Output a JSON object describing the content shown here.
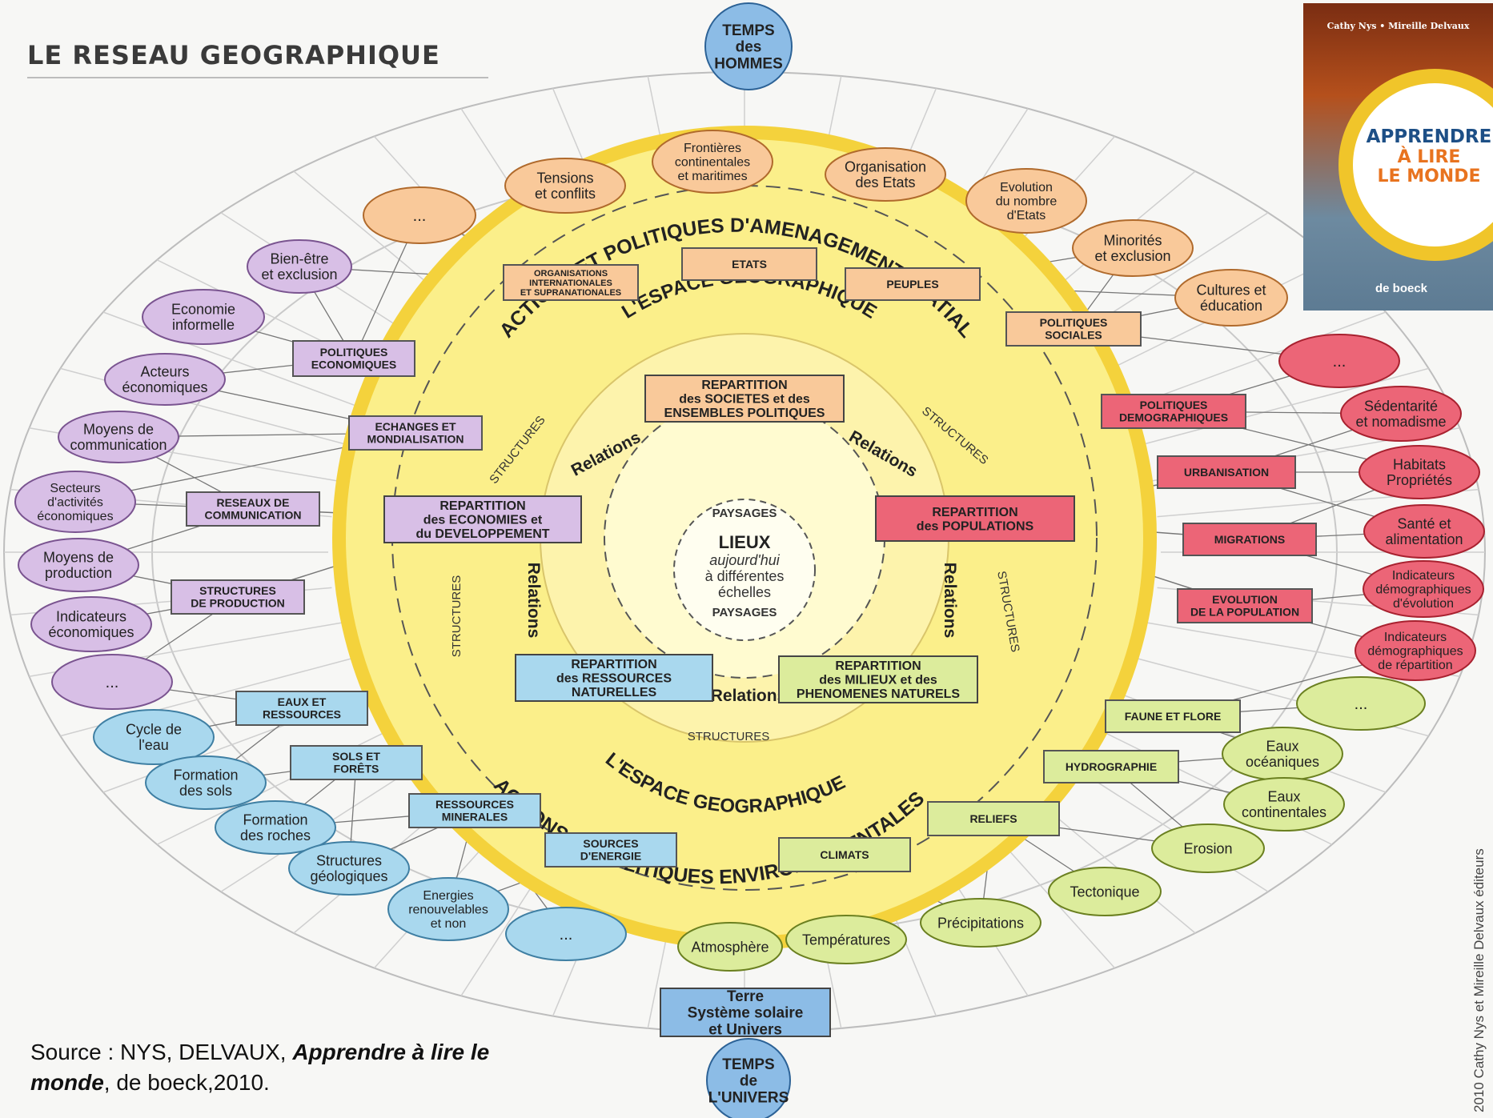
{
  "title": "LE RESEAU GEOGRAPHIQUE",
  "source": {
    "prefix": "Source : NYS, DELVAUX, ",
    "book": "Apprendre à lire le monde",
    "suffix": ", de boeck,2010."
  },
  "copyright": "2010 Cathy Nys et Mireille Delvaux éditeurs",
  "cover": {
    "authors": "Cathy Nys • Mireille Delvaux",
    "title_line1": "APPRENDRE",
    "title_line2": "À LIRE",
    "title_line3": "LE MONDE",
    "subtitle": "MANUEL DE GÉOGRAPHIE",
    "publisher": "de boeck"
  },
  "colors": {
    "orange_fill": "#f9c99a",
    "orange_stroke": "#b06a2c",
    "purple_fill": "#d8bfe6",
    "purple_stroke": "#7a5490",
    "red_fill": "#ec6577",
    "red_stroke": "#a8212f",
    "blue_fill": "#a9d8ee",
    "blue_stroke": "#3f7fa3",
    "green_fill": "#dcec9c",
    "green_stroke": "#6b8020",
    "yellow_ring": "#f4d23c",
    "yellow_fill": "#fbef8a",
    "center_fill": "#fffbd0",
    "time_fill": "#8cbce6",
    "time_stroke": "#2c6296"
  },
  "top_node": [
    "TEMPS",
    "des",
    "HOMMES"
  ],
  "bottom_node": [
    "TEMPS",
    "de",
    "L'UNIVERS"
  ],
  "earth_box": [
    "Terre",
    "Système solaire",
    "et Univers"
  ],
  "ring_labels": {
    "top_outer": "ACTIONS ET POLITIQUES D'AMENAGEMENT SPATIAL",
    "top_inner": "L'ESPACE GEOGRAPHIQUE",
    "bottom_outer": "ACTIONS ET POLITIQUES ENVIRONNEMENTALES",
    "bottom_inner": "L'ESPACE GEOGRAPHIQUE"
  },
  "center": {
    "paysages": "PAYSAGES",
    "title": "LIEUX",
    "line2": "aujourd'hui",
    "line3": "à différentes",
    "line4": "échelles"
  },
  "relations_label": "Relations",
  "structures_label": "STRUCTURES",
  "inner_boxes": [
    {
      "key": "soc",
      "lines": [
        "REPARTITION",
        "des SOCIETES et des",
        "ENSEMBLES POLITIQUES"
      ],
      "color": "orange"
    },
    {
      "key": "eco",
      "lines": [
        "REPARTITION",
        "des ECONOMIES et",
        "du DEVELOPPEMENT"
      ],
      "color": "purple"
    },
    {
      "key": "pop",
      "lines": [
        "REPARTITION",
        "des POPULATIONS"
      ],
      "color": "red"
    },
    {
      "key": "res",
      "lines": [
        "REPARTITION",
        "des RESSOURCES",
        "NATURELLES"
      ],
      "color": "blue"
    },
    {
      "key": "mil",
      "lines": [
        "REPARTITION",
        "des MILIEUX et des",
        "PHENOMENES NATURELS"
      ],
      "color": "green"
    }
  ],
  "mid_boxes": [
    {
      "key": "org",
      "lines": [
        "ORGANISATIONS",
        "INTERNATIONALES",
        "ET SUPRANATIONALES"
      ],
      "color": "orange"
    },
    {
      "key": "etats",
      "lines": [
        "ETATS"
      ],
      "color": "orange"
    },
    {
      "key": "peuples",
      "lines": [
        "PEUPLES"
      ],
      "color": "orange"
    },
    {
      "key": "polsoc",
      "lines": [
        "POLITIQUES",
        "SOCIALES"
      ],
      "color": "orange"
    },
    {
      "key": "poleco",
      "lines": [
        "POLITIQUES",
        "ECONOMIQUES"
      ],
      "color": "purple"
    },
    {
      "key": "echanges",
      "lines": [
        "ECHANGES ET",
        "MONDIALISATION"
      ],
      "color": "purple"
    },
    {
      "key": "reseaux",
      "lines": [
        "RESEAUX DE",
        "COMMUNICATION"
      ],
      "color": "purple"
    },
    {
      "key": "structprod",
      "lines": [
        "STRUCTURES",
        "DE PRODUCTION"
      ],
      "color": "purple"
    },
    {
      "key": "poldemo",
      "lines": [
        "POLITIQUES",
        "DEMOGRAPHIQUES"
      ],
      "color": "red"
    },
    {
      "key": "urban",
      "lines": [
        "URBANISATION"
      ],
      "color": "red"
    },
    {
      "key": "migr",
      "lines": [
        "MIGRATIONS"
      ],
      "color": "red"
    },
    {
      "key": "evol",
      "lines": [
        "EVOLUTION",
        "DE LA POPULATION"
      ],
      "color": "red"
    },
    {
      "key": "eaux",
      "lines": [
        "EAUX ET",
        "RESSOURCES"
      ],
      "color": "blue"
    },
    {
      "key": "sols",
      "lines": [
        "SOLS ET",
        "FORÊTS"
      ],
      "color": "blue"
    },
    {
      "key": "ressmin",
      "lines": [
        "RESSOURCES",
        "MINERALES"
      ],
      "color": "blue"
    },
    {
      "key": "sources",
      "lines": [
        "SOURCES",
        "D'ENERGIE"
      ],
      "color": "blue"
    },
    {
      "key": "climats",
      "lines": [
        "CLIMATS"
      ],
      "color": "green"
    },
    {
      "key": "reliefs",
      "lines": [
        "RELIEFS"
      ],
      "color": "green"
    },
    {
      "key": "hydro",
      "lines": [
        "HYDROGRAPHIE"
      ],
      "color": "green"
    },
    {
      "key": "faune",
      "lines": [
        "FAUNE ET FLORE"
      ],
      "color": "green"
    }
  ],
  "outer_nodes": [
    {
      "lines": [
        "..."
      ],
      "color": "orange"
    },
    {
      "lines": [
        "Tensions",
        "et conflits"
      ],
      "color": "orange"
    },
    {
      "lines": [
        "Frontières",
        "continentales",
        "et maritimes"
      ],
      "color": "orange"
    },
    {
      "lines": [
        "Organisation",
        "des Etats"
      ],
      "color": "orange"
    },
    {
      "lines": [
        "Evolution",
        "du nombre",
        "d'Etats"
      ],
      "color": "orange"
    },
    {
      "lines": [
        "Minorités",
        "et exclusion"
      ],
      "color": "orange"
    },
    {
      "lines": [
        "Cultures et",
        "éducation"
      ],
      "color": "orange"
    },
    {
      "lines": [
        "Bien-être",
        "et exclusion"
      ],
      "color": "purple"
    },
    {
      "lines": [
        "Economie",
        "informelle"
      ],
      "color": "purple"
    },
    {
      "lines": [
        "Acteurs",
        "économiques"
      ],
      "color": "purple"
    },
    {
      "lines": [
        "Moyens de",
        "communication"
      ],
      "color": "purple"
    },
    {
      "lines": [
        "Secteurs",
        "d'activités",
        "économiques"
      ],
      "color": "purple"
    },
    {
      "lines": [
        "Moyens de",
        "production"
      ],
      "color": "purple"
    },
    {
      "lines": [
        "Indicateurs",
        "économiques"
      ],
      "color": "purple"
    },
    {
      "lines": [
        "..."
      ],
      "color": "purple"
    },
    {
      "lines": [
        "..."
      ],
      "color": "red"
    },
    {
      "lines": [
        "Sédentarité",
        "et nomadisme"
      ],
      "color": "red"
    },
    {
      "lines": [
        "Habitats",
        "Propriétés"
      ],
      "color": "red"
    },
    {
      "lines": [
        "Santé et",
        "alimentation"
      ],
      "color": "red"
    },
    {
      "lines": [
        "Indicateurs",
        "démographiques",
        "d'évolution"
      ],
      "color": "red"
    },
    {
      "lines": [
        "Indicateurs",
        "démographiques",
        "de répartition"
      ],
      "color": "red"
    },
    {
      "lines": [
        "Cycle de",
        "l'eau"
      ],
      "color": "blue"
    },
    {
      "lines": [
        "Formation",
        "des sols"
      ],
      "color": "blue"
    },
    {
      "lines": [
        "Formation",
        "des roches"
      ],
      "color": "blue"
    },
    {
      "lines": [
        "Structures",
        "géologiques"
      ],
      "color": "blue"
    },
    {
      "lines": [
        "Energies",
        "renouvelables",
        "et non"
      ],
      "color": "blue"
    },
    {
      "lines": [
        "..."
      ],
      "color": "blue"
    },
    {
      "lines": [
        "..."
      ],
      "color": "green"
    },
    {
      "lines": [
        "Eaux",
        "océaniques"
      ],
      "color": "green"
    },
    {
      "lines": [
        "Eaux",
        "continentales"
      ],
      "color": "green"
    },
    {
      "lines": [
        "Erosion"
      ],
      "color": "green"
    },
    {
      "lines": [
        "Tectonique"
      ],
      "color": "green"
    },
    {
      "lines": [
        "Précipitations"
      ],
      "color": "green"
    },
    {
      "lines": [
        "Températures"
      ],
      "color": "green"
    },
    {
      "lines": [
        "Atmosphère"
      ],
      "color": "green"
    }
  ]
}
